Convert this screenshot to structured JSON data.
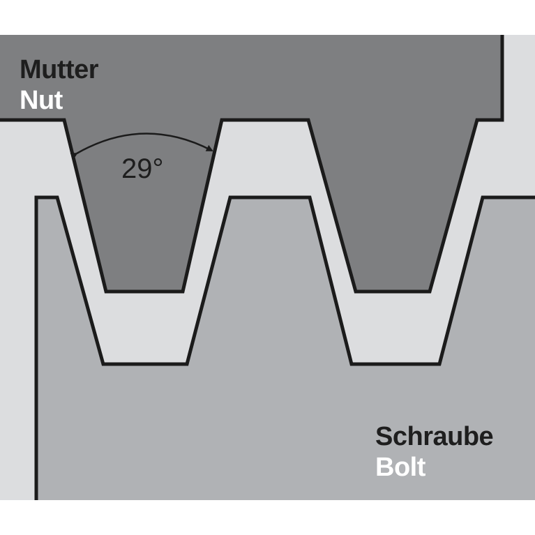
{
  "nut_label_de": "Mutter",
  "nut_label_en": "Nut",
  "bolt_label_de": "Schraube",
  "bolt_label_en": "Bolt",
  "angle_label": "29°",
  "colors": {
    "background": "#dcdddf",
    "nut_fill": "#7e7f81",
    "bolt_fill": "#b0b2b5",
    "outline": "#1b1b1b",
    "label_dark": "#1e1e1e",
    "label_light": "#ffffff"
  }
}
